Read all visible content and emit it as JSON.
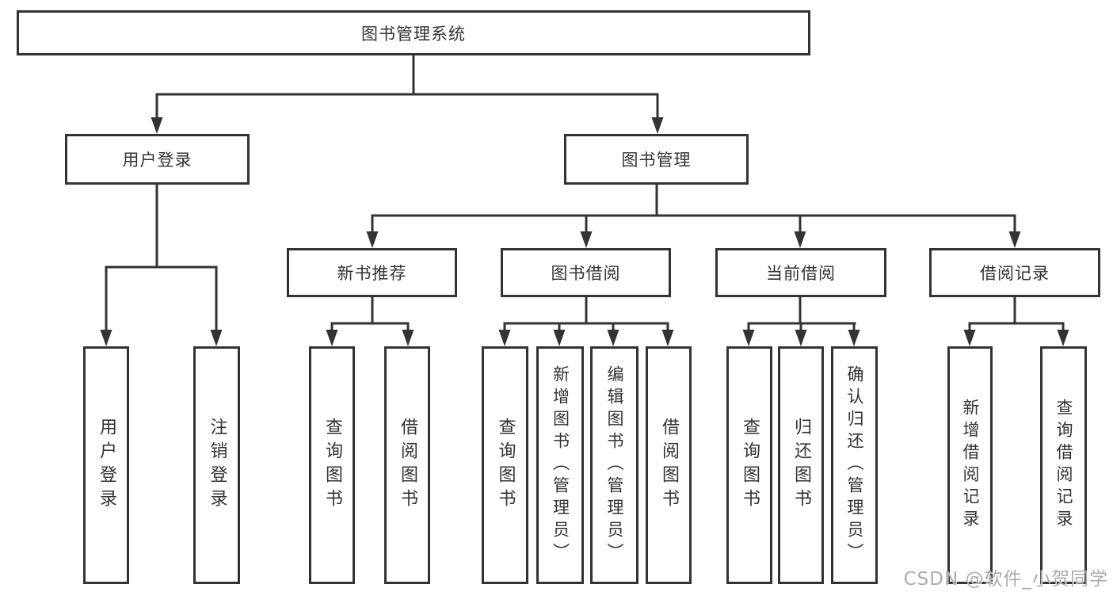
{
  "diagram": {
    "root": {
      "label": "图书管理系统"
    },
    "branches": {
      "user": {
        "label": "用户登录",
        "children": [
          {
            "label": "用户登录"
          },
          {
            "label": "注销登录"
          }
        ]
      },
      "book": {
        "label": "图书管理",
        "children": [
          {
            "label": "新书推荐",
            "children": [
              {
                "label": "查询图书"
              },
              {
                "label": "借阅图书"
              }
            ]
          },
          {
            "label": "图书借阅",
            "children": [
              {
                "label": "查询图书"
              },
              {
                "label": "新增图书（管理员）"
              },
              {
                "label": "编辑图书（管理员）"
              },
              {
                "label": "借阅图书"
              }
            ]
          },
          {
            "label": "当前借阅",
            "children": [
              {
                "label": "查询图书"
              },
              {
                "label": "归还图书"
              },
              {
                "label": "确认归还（管理员）"
              }
            ]
          },
          {
            "label": "借阅记录",
            "children": [
              {
                "label": "新增借阅记录"
              },
              {
                "label": "查询借阅记录"
              }
            ]
          }
        ]
      }
    }
  },
  "watermark": {
    "text": "CSDN @软件_小贺同学"
  },
  "colors": {
    "line": "#333333",
    "border": "#333333",
    "text": "#333333",
    "background": "#ffffff",
    "watermark": "#a8a8a8"
  }
}
